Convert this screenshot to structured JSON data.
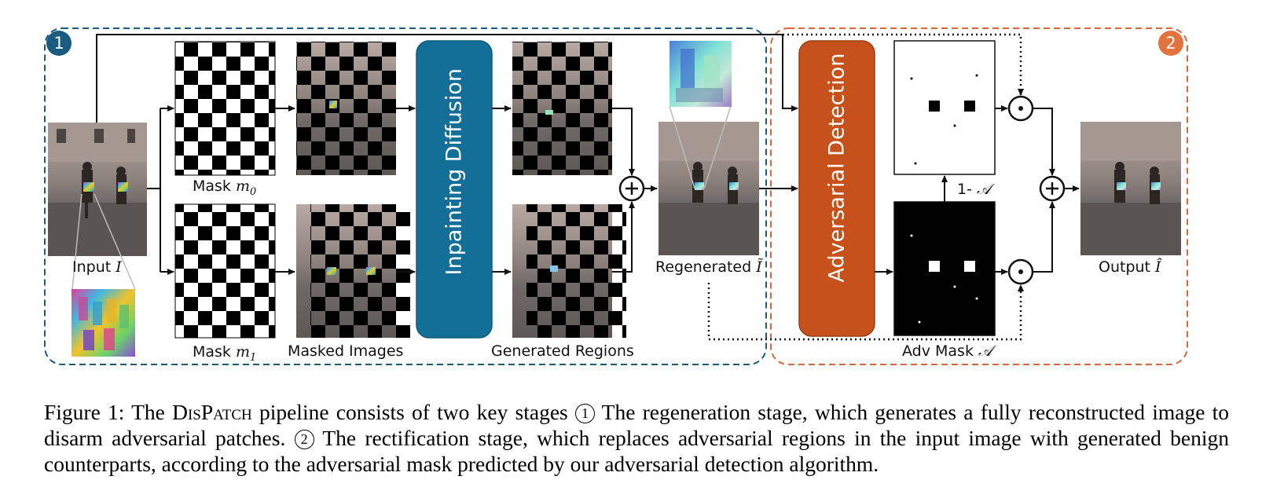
{
  "stage_badges": {
    "regeneration": "1",
    "rectification": "2"
  },
  "labels": {
    "input": "Input ",
    "input_var": "I",
    "mask0": "Mask ",
    "mask0_var": "m",
    "mask0_sub": "0",
    "mask1": "Mask ",
    "mask1_var": "m",
    "mask1_sub": "1",
    "masked_images": "Masked Images",
    "generated_regions": "Generated Regions",
    "regenerated": "Regenerated ",
    "regenerated_var": "Ĩ",
    "output": "Output ",
    "output_var": "Î",
    "one_minus_a": "1- ",
    "a_var": "𝒜",
    "adv_mask": "Adv Mask ",
    "adv_mask_var": "𝒜"
  },
  "blocks": {
    "inpainting": "Inpainting Diffusion",
    "adversarial": "Adversarial Detection"
  },
  "operators": {
    "plus": "+",
    "dot": "·"
  },
  "caption": {
    "prefix": "Figure 1: The ",
    "method": "DisPatch",
    "part1": " pipeline consists of two key stages ",
    "num1": "1",
    "part2": " The regeneration stage, which generates a fully reconstructed image to disarm adversarial patches. ",
    "num2": "2",
    "part3": " The rectification stage, which replaces adversarial regions in the input image with generated benign counterparts, according to the adversarial mask predicted by our adversarial detection algorithm."
  },
  "colors": {
    "stage1": "#1a5c80",
    "stage2": "#d9653a",
    "inpainting_block": "#136f98",
    "adversarial_block": "#c6511a"
  }
}
